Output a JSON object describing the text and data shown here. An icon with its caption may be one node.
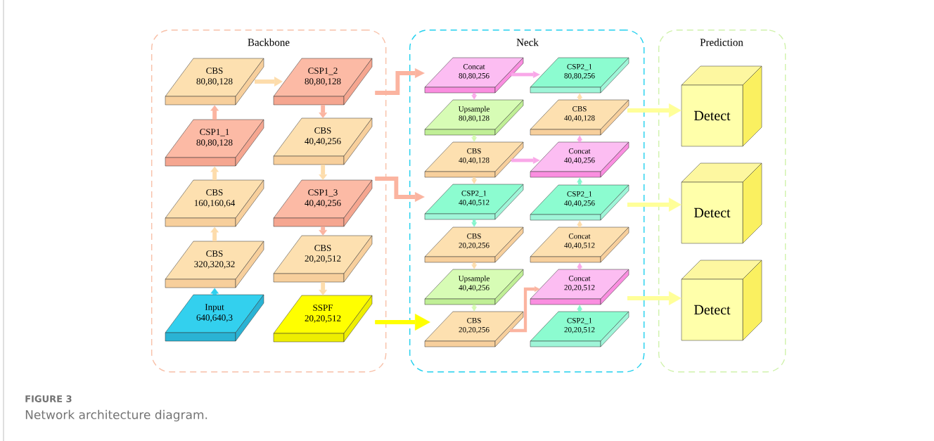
{
  "diagram": {
    "caption": "Network architecture diagram.",
    "nodes": [
      {
        "text": [
          "Backbone"
        ]
      },
      {
        "text": [
          "Neck"
        ]
      },
      {
        "text": [
          "Prediction"
        ]
      },
      {
        "text": [
          "CBS",
          "80,80,128"
        ],
        "in": 0
      },
      {
        "text": [
          "CSP1_2",
          "80,80,128"
        ],
        "in": 0
      },
      {
        "text": [
          "CSP1_1",
          "80,80,128"
        ],
        "in": 0
      },
      {
        "text": [
          "CBS",
          "40,40,256"
        ],
        "in": 0
      },
      {
        "text": [
          "CBS",
          "160,160,64"
        ],
        "in": 0
      },
      {
        "text": [
          "CSP1_3",
          "40,40,256"
        ],
        "in": 0
      },
      {
        "text": [
          "CBS",
          "320,320,32"
        ],
        "in": 0
      },
      {
        "text": [
          "CBS",
          "20,20,512"
        ],
        "in": 0
      },
      {
        "text": [
          "Input",
          "640,640,3"
        ],
        "in": 0
      },
      {
        "text": [
          "SSPF",
          "20,20,512"
        ],
        "in": 0
      },
      {
        "text": [
          "Concat",
          "80,80,256"
        ],
        "in": 1
      },
      {
        "text": [
          "CSP2_1",
          "80,80,256"
        ],
        "in": 1
      },
      {
        "text": [
          "Upsample",
          "80,80,128"
        ],
        "in": 1
      },
      {
        "text": [
          "CBS",
          "40,40,128"
        ],
        "in": 1
      },
      {
        "text": [
          "CBS",
          "40,40,128"
        ],
        "in": 1
      },
      {
        "text": [
          "Concat",
          "40,40,256"
        ],
        "in": 1
      },
      {
        "text": [
          "CSP2_1",
          "40,40,512"
        ],
        "in": 1
      },
      {
        "text": [
          "CSP2_1",
          "40,40,256"
        ],
        "in": 1
      },
      {
        "text": [
          "CBS",
          "20,20,256"
        ],
        "in": 1
      },
      {
        "text": [
          "Concat",
          "40,40,512"
        ],
        "in": 1
      },
      {
        "text": [
          "Upsample",
          "40,40,256"
        ],
        "in": 1
      },
      {
        "text": [
          "Concat",
          "20,20,512"
        ],
        "in": 1
      },
      {
        "text": [
          "CBS",
          "20,20,256"
        ],
        "in": 1
      },
      {
        "text": [
          "CSP2_1",
          "20,20,512"
        ],
        "in": 1
      },
      {
        "text": [
          "Detect"
        ],
        "in": 2
      },
      {
        "text": [
          "Detect"
        ],
        "in": 2
      },
      {
        "text": [
          "Detect"
        ],
        "in": 2
      }
    ],
    "edges": [
      {
        "from": 11,
        "to": 9,
        "arrow": "to",
        "color": "#30cfee"
      },
      {
        "from": 9,
        "to": 7,
        "arrow": "to"
      },
      {
        "from": 7,
        "to": 5,
        "arrow": "to"
      },
      {
        "from": 5,
        "to": 3,
        "arrow": "to",
        "color": "#fbb4a0"
      },
      {
        "from": 3,
        "to": 4,
        "arrow": "to"
      },
      {
        "from": 4,
        "to": 6,
        "arrow": "to",
        "color": "#fbb4a0"
      },
      {
        "from": 6,
        "to": 8,
        "arrow": "to"
      },
      {
        "from": 8,
        "to": 10,
        "arrow": "to",
        "color": "#fbb4a0"
      },
      {
        "from": 10,
        "to": 12,
        "arrow": "to"
      },
      {
        "from": 4,
        "to": 13,
        "arrow": "to",
        "color": "#fbb4a0"
      },
      {
        "from": 8,
        "to": 19,
        "arrow": "to",
        "color": "#fbb4a0"
      },
      {
        "from": 12,
        "to": 25,
        "arrow": "to",
        "color": "#ffff00"
      },
      {
        "from": 13,
        "to": 15,
        "arrow": "to",
        "color": "#f9a8e8"
      },
      {
        "from": 15,
        "to": 17,
        "arrow": "to",
        "color": "#d4fbb0"
      },
      {
        "from": 17,
        "to": 19,
        "arrow": "to"
      },
      {
        "from": 19,
        "to": 21,
        "arrow": "to",
        "color": "#86f5cc"
      },
      {
        "from": 21,
        "to": 23,
        "arrow": "to"
      },
      {
        "from": 23,
        "to": 25,
        "arrow": "to",
        "color": "#d4fbb0"
      },
      {
        "from": 13,
        "to": 14,
        "arrow": "to",
        "color": "#f9a8e8"
      },
      {
        "from": 17,
        "to": 18,
        "arrow": "to",
        "color": "#f9a8e8"
      },
      {
        "from": 25,
        "to": 24,
        "arrow": "to",
        "color": "#fbb4a0"
      },
      {
        "from": 26,
        "to": 24,
        "arrow": "to",
        "color": "#86f5cc"
      },
      {
        "from": 24,
        "to": 22,
        "arrow": "to",
        "color": "#f9a8e8"
      },
      {
        "from": 22,
        "to": 20,
        "arrow": "to"
      },
      {
        "from": 20,
        "to": 18,
        "arrow": "to",
        "color": "#86f5cc"
      },
      {
        "from": 18,
        "to": 16,
        "arrow": "to",
        "color": "#f9a8e8"
      },
      {
        "from": 16,
        "to": 14,
        "arrow": "to"
      },
      {
        "from": 16,
        "to": 27,
        "arrow": "to",
        "color": "#ffff99"
      },
      {
        "from": 20,
        "to": 28,
        "arrow": "to",
        "color": "#ffff99"
      },
      {
        "from": 24,
        "to": 29,
        "arrow": "to",
        "color": "#ffff99"
      }
    ],
    "labels": [
      "FIGURE 3"
    ]
  }
}
